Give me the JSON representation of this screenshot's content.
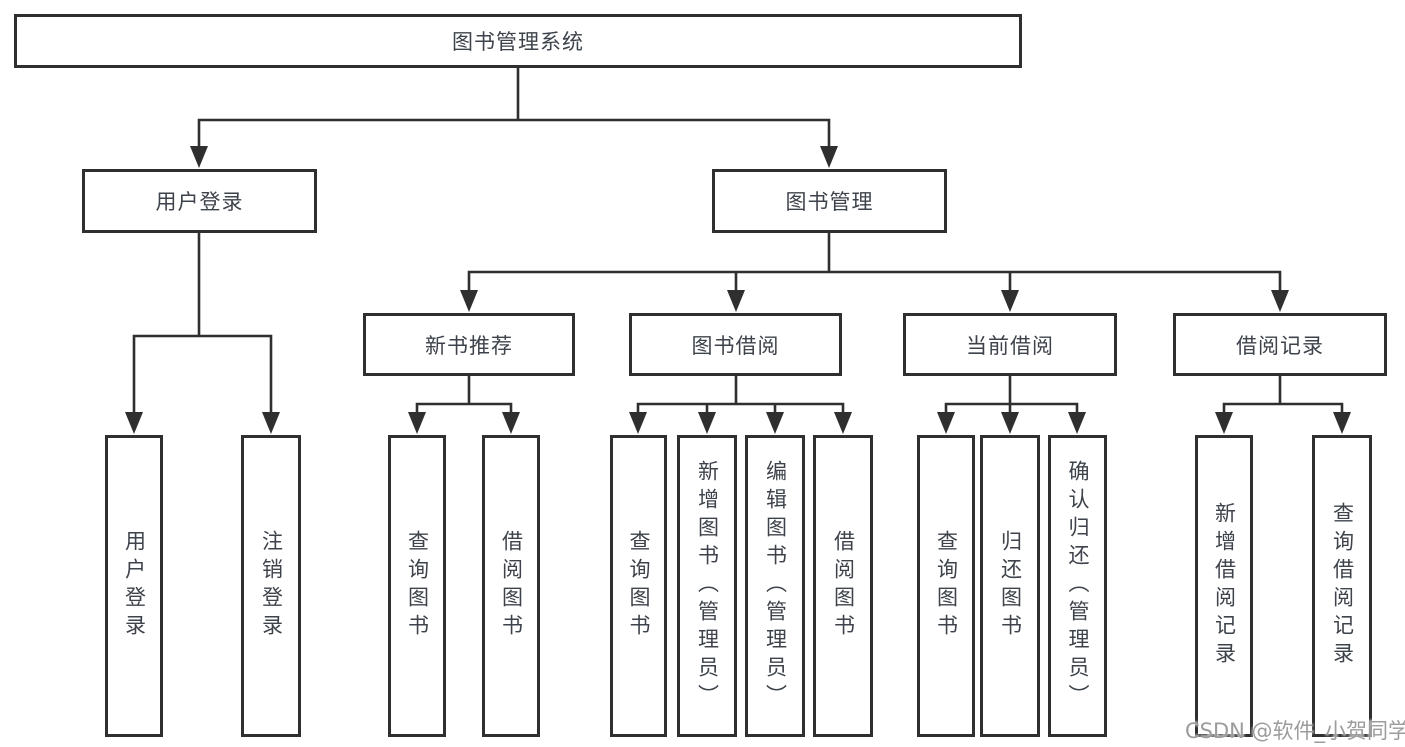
{
  "colors": {
    "line": "#2f2f2f",
    "text": "#3e434b",
    "watermark": "#9c9c9c",
    "background": "#ffffff"
  },
  "watermark": "CSDN @软件_小贺同学",
  "tree": {
    "label": "图书管理系统",
    "children": [
      {
        "label": "用户登录",
        "children": [
          {
            "label": "用户登录"
          },
          {
            "label": "注销登录"
          }
        ]
      },
      {
        "label": "图书管理",
        "children": [
          {
            "label": "新书推荐",
            "children": [
              {
                "label": "查询图书"
              },
              {
                "label": "借阅图书"
              }
            ]
          },
          {
            "label": "图书借阅",
            "children": [
              {
                "label": "查询图书"
              },
              {
                "label": "新增图书（管理员）"
              },
              {
                "label": "编辑图书（管理员）"
              },
              {
                "label": "借阅图书"
              }
            ]
          },
          {
            "label": "当前借阅",
            "children": [
              {
                "label": "查询图书"
              },
              {
                "label": "归还图书"
              },
              {
                "label": "确认归还（管理员）"
              }
            ]
          },
          {
            "label": "借阅记录",
            "children": [
              {
                "label": "新增借阅记录"
              },
              {
                "label": "查询借阅记录"
              }
            ]
          }
        ]
      }
    ]
  }
}
